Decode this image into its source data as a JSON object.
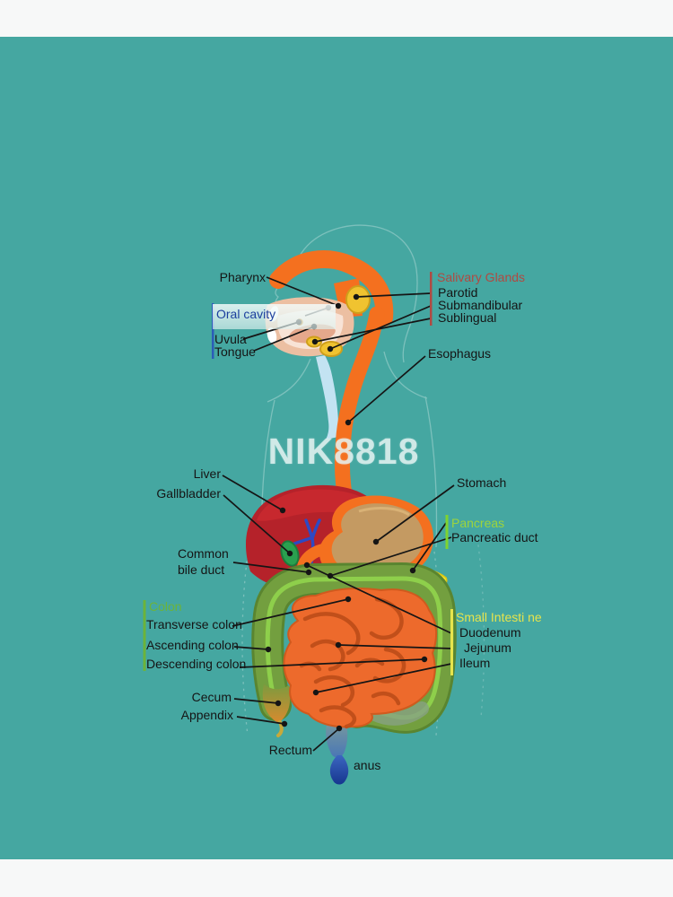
{
  "watermark": "NIK8818",
  "colors": {
    "background": "#45a7a1",
    "frame": "#f7f8f8",
    "label_text": "#151515",
    "oral_cavity_text": "#1c3f9e",
    "salivary_title": "#b04a42",
    "pancreas_title": "#9ed43c",
    "colon_title": "#6cb33a",
    "small_intestine_title": "#e6e44c",
    "liver": "#b5222a",
    "stomach_outline": "#f4701f",
    "stomach_body": "#c49a62",
    "esophagus": "#f4701f",
    "salivary_glands": "#f0c330",
    "pancreas": "#f3e32b",
    "colon": "#739f3f",
    "colon_highlight": "#8fd24c",
    "small_intestine": "#ed6a2c",
    "gallbladder": "#2aa04f",
    "bile_duct": "#2d49c3",
    "trachea": "#c3e3f2",
    "rectum_top": "#7d9d9b",
    "anus": "#2b59c9"
  },
  "labels": {
    "pharynx": "Pharynx",
    "oral_cavity": "Oral cavity",
    "uvula": "Uvula",
    "tongue": "Tongue",
    "salivary": {
      "title": "Salivary Glands",
      "items": [
        "Parotid",
        "Submandibular",
        "Sublingual"
      ]
    },
    "esophagus": "Esophagus",
    "liver": "Liver",
    "gallbladder": "Gallbladder",
    "stomach": "Stomach",
    "pancreas": {
      "title": "Pancreas",
      "duct": "Pancreatic duct"
    },
    "common_bile_duct": "Common bile duct",
    "colon": {
      "title": "Colon",
      "items": [
        "Transverse colon",
        "Ascending colon",
        "Descending colon"
      ]
    },
    "small_intestine": {
      "title": "Small Intesti ne",
      "items": [
        "Duodenum",
        "Jejunum",
        "Ileum"
      ]
    },
    "cecum": "Cecum",
    "appendix": "Appendix",
    "rectum": "Rectum",
    "anus": "anus"
  }
}
